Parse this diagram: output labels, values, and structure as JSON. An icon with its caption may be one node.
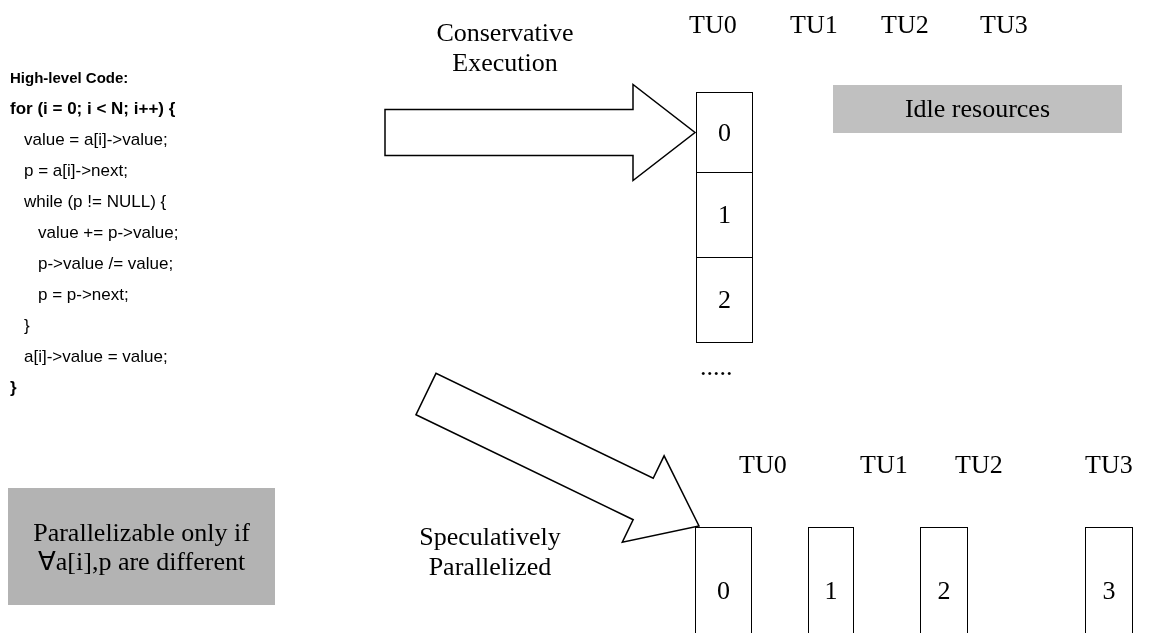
{
  "diagram": {
    "nodes": [
      {
        "text": [
          "High-level Code:",
          "for (i = 0; i < N; i++) {",
          "value = a[i]->value;",
          "p = a[i]->next;",
          "while (p != NULL) {",
          "value += p->value;",
          "p->value /= value;",
          "p = p->next;",
          "}",
          "a[i]->value = value;",
          "}"
        ]
      },
      {
        "text": [
          "Parallelizable only if ∀a[i],p are different"
        ]
      },
      {
        "text": [
          "Idle resources"
        ]
      },
      {
        "text": [
          "0"
        ]
      },
      {
        "text": [
          "1"
        ]
      },
      {
        "text": [
          "2"
        ]
      },
      {
        "text": [
          "0"
        ]
      },
      {
        "text": [
          "1"
        ]
      },
      {
        "text": [
          "2"
        ]
      },
      {
        "text": [
          "3"
        ]
      }
    ],
    "edges": [
      {
        "from": null,
        "to": 3,
        "arrow": "to",
        "label": "Conservative Execution"
      },
      {
        "from": null,
        "to": 6,
        "arrow": "to",
        "label": "Speculatively Parallelized"
      }
    ],
    "labels": [
      "TU0",
      "TU1",
      "TU2",
      "TU3",
      ".....",
      "TU0",
      "TU1",
      "TU2",
      "TU3"
    ]
  }
}
